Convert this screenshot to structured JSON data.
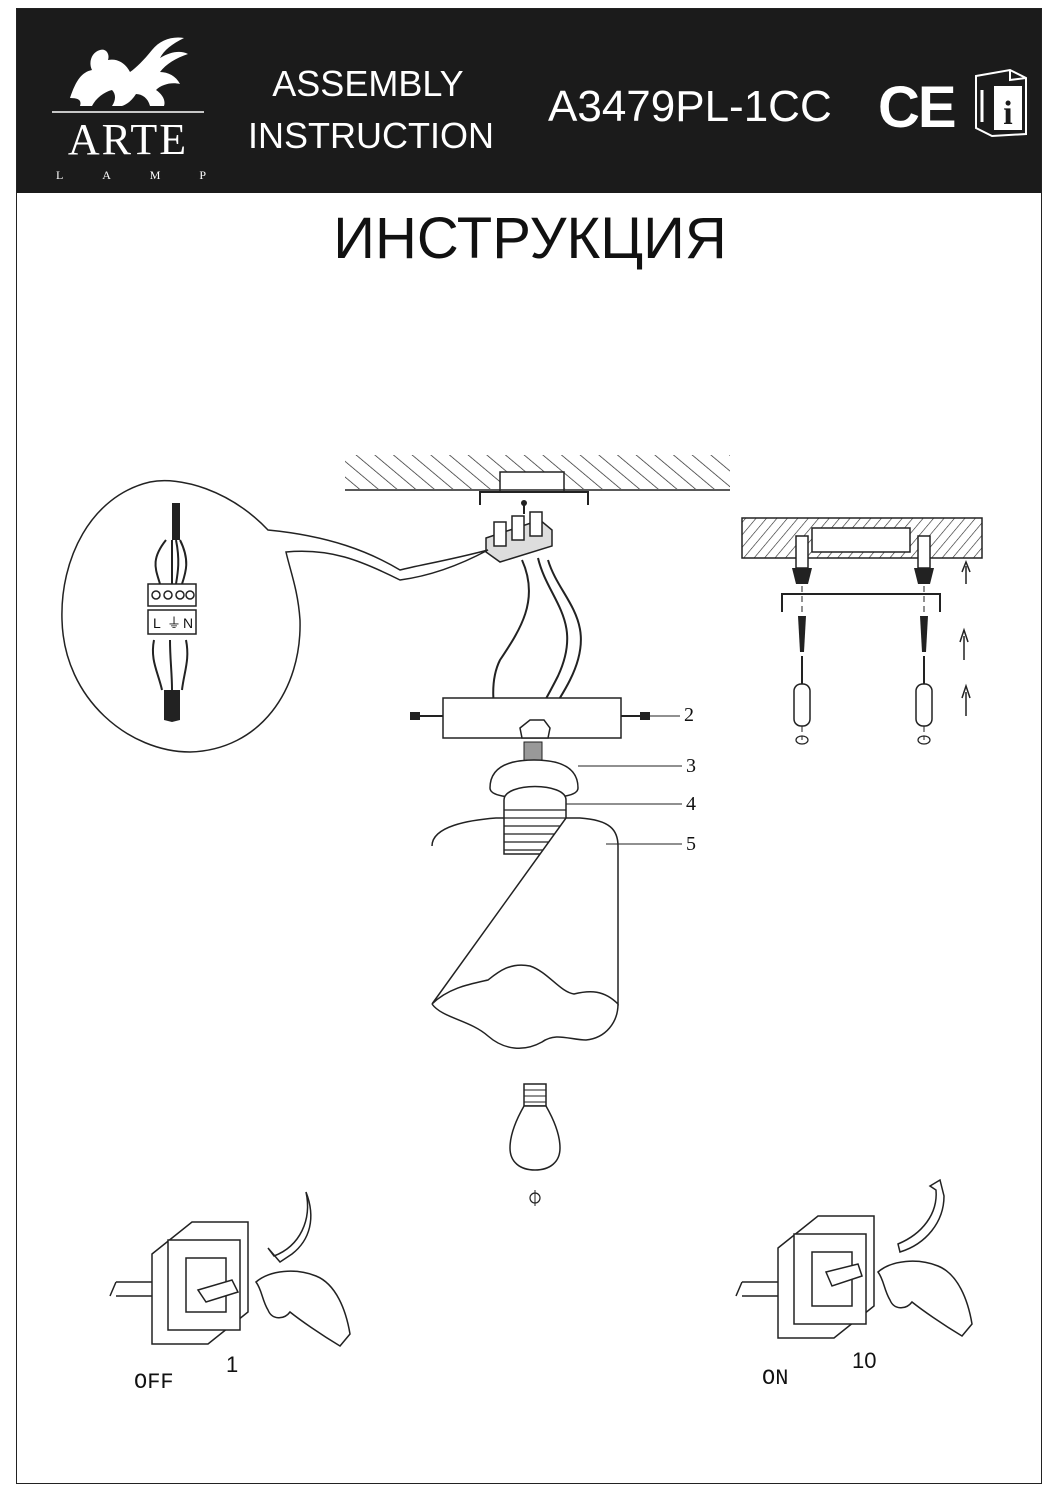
{
  "header": {
    "brand_name": "ARTE",
    "brand_sub": [
      "L",
      "A",
      "M",
      "P"
    ],
    "doc_type_line1": "ASSEMBLY",
    "doc_type_line2": "INSTRUCTION",
    "model": "A3479PL-1CC",
    "ce_mark": "CE",
    "manual_icon": "manual-info-icon"
  },
  "title": "ИНСТРУКЦИЯ",
  "terminal_block": {
    "labels": [
      "L",
      "⏚",
      "N"
    ]
  },
  "callouts": [
    "2",
    "3",
    "4",
    "5"
  ],
  "switches": [
    {
      "state_label": "OFF",
      "step": "1"
    },
    {
      "state_label": "ON",
      "step": "10"
    }
  ]
}
